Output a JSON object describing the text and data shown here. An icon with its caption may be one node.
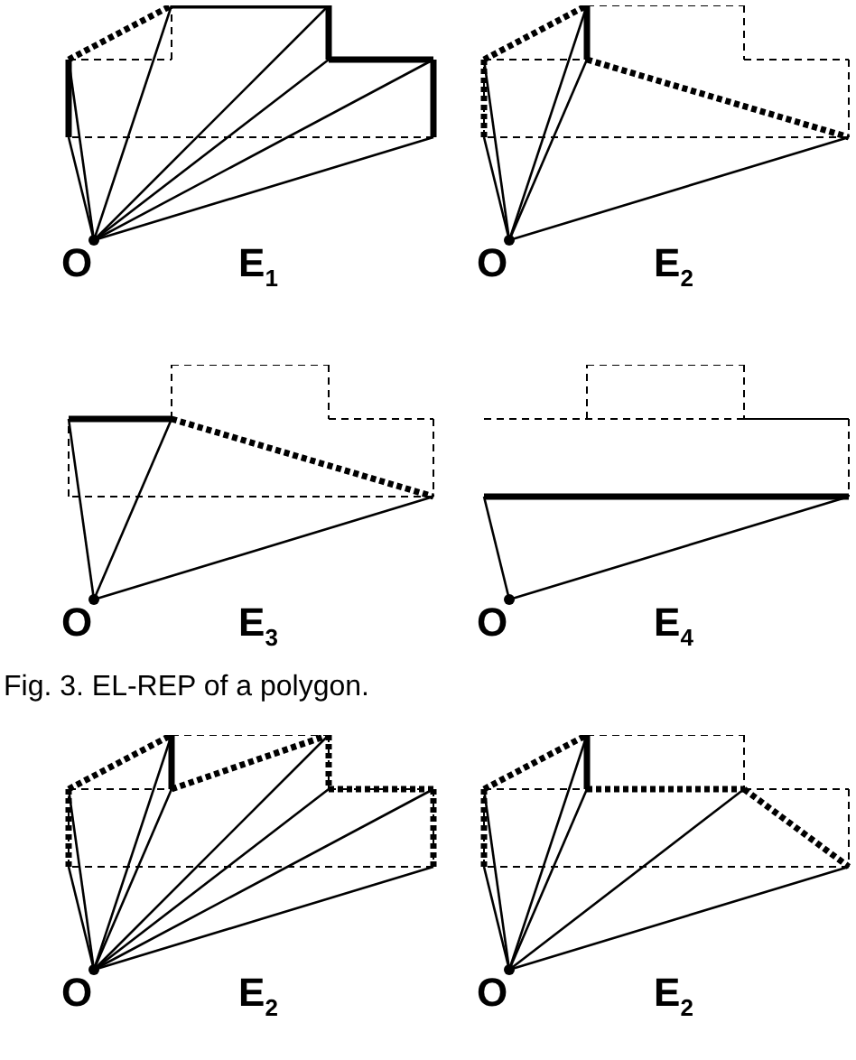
{
  "diagram": {
    "caption": "Fig. 3. EL-REP of a polygon.",
    "labels": [
      "O",
      "E$_{1}$",
      "O",
      "E$_{2}$",
      "O",
      "E$_{3}$",
      "O",
      "E$_{4}$",
      "O",
      "E$_{2}$",
      "O",
      "E$_{2}$"
    ]
  }
}
